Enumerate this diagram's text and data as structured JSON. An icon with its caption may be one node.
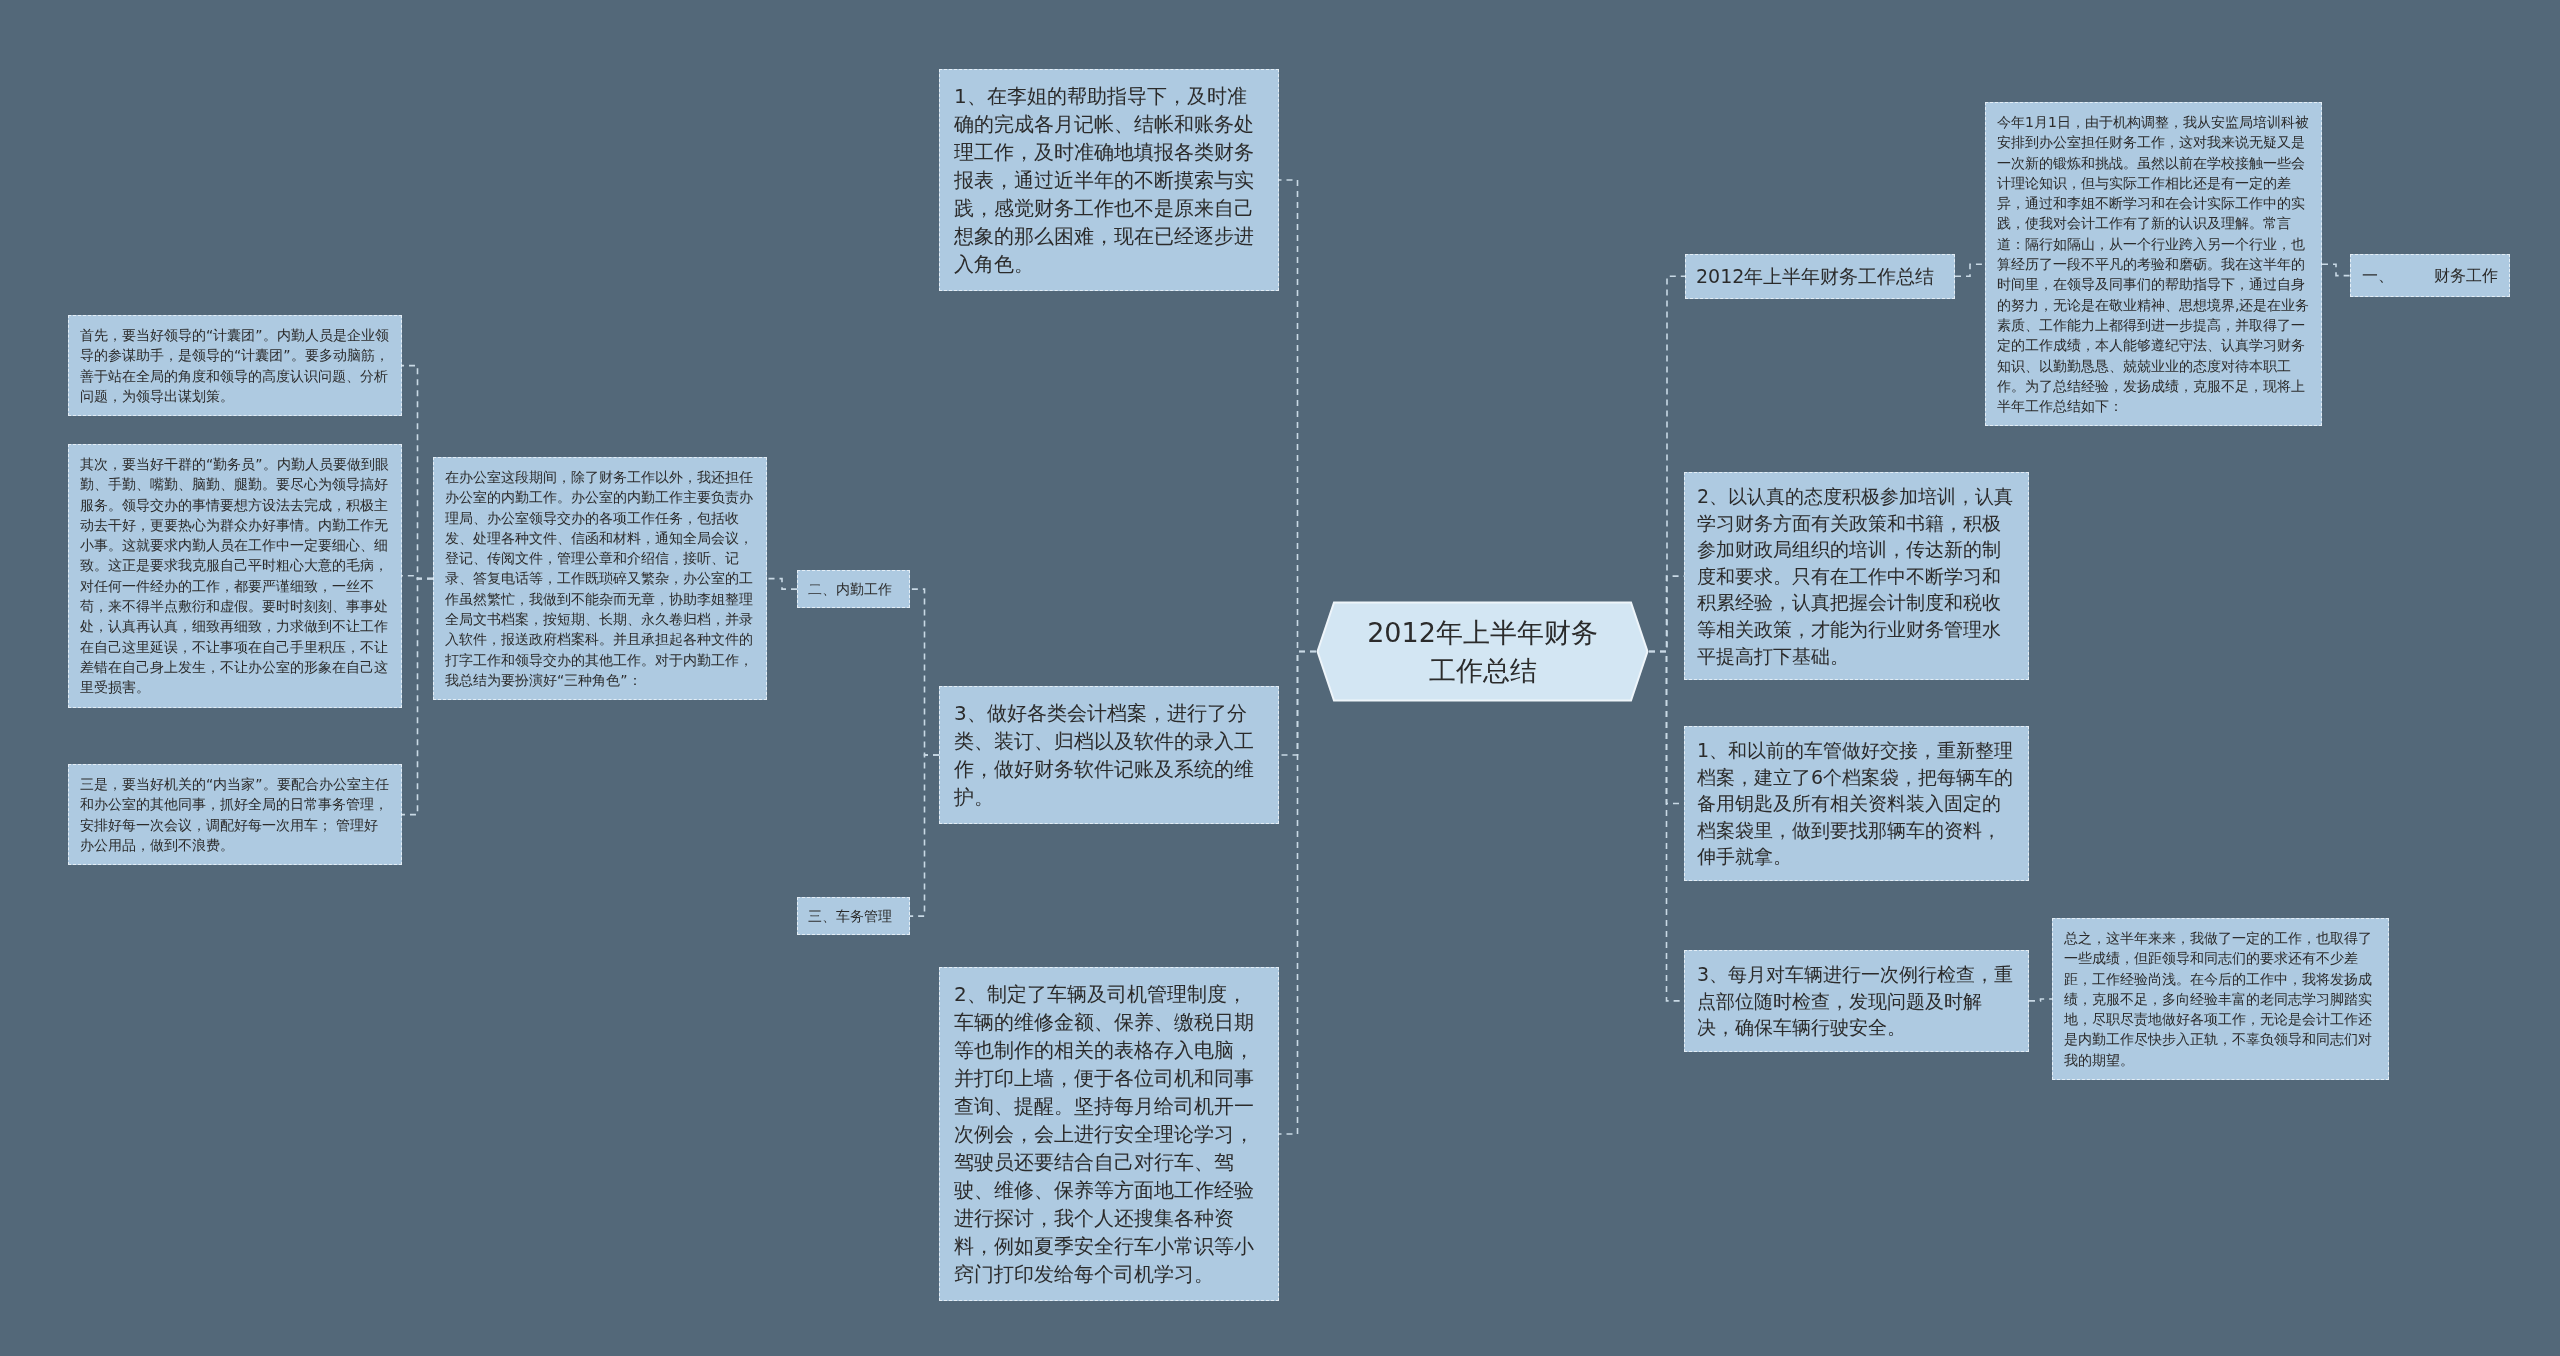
{
  "diagram": {
    "nodes": [
      {
        "text": [
          "2012年上半年财务工作总结"
        ]
      },
      {
        "text": [
          "2012年上半年财务工作总结"
        ]
      },
      {
        "text": [
          "今年1月1日，由于机构调整，我从安监局培训科被安排到办公室担任财务工作，这对我来说无疑又是一次新的锻炼和挑战。虽然以前在学校接触一些会计理论知识，但与实际工作相比还是有一定的差异，通过和李姐不断学习和在会计实际工作中的实践，使我对会计工作有了新的认识及理解。常言道：隔行如隔山，从一个行业跨入另一个行业，也算经历了一段不平凡的考验和磨砺。我在这半年的时间里，在领导及同事们的帮助指导下，通过自身的努力，无论是在敬业精神、思想境界,还是在业务素质、工作能力上都得到进一步提高，并取得了一定的工作成绩，本人能够遵纪守法、认真学习财务知识、以勤勤恳恳、兢兢业业的态度对待本职工作。为了总结经验，发扬成绩，克服不足，现将上半年工作总结如下："
        ]
      },
      {
        "text": [
          "一、 财务工作"
        ]
      },
      {
        "text": [
          "2、以认真的态度积极参加培训，认真学习财务方面有关政策和书籍，积极参加财政局组织的培训，传达新的制度和要求。只有在工作中不断学习和积累经验，认真把握会计制度和税收等相关政策，才能为行业财务管理水平提高打下基础。"
        ]
      },
      {
        "text": [
          "1、和以前的车管做好交接，重新整理档案，建立了6个档案袋，把每辆车的备用钥匙及所有相关资料装入固定的档案袋里，做到要找那辆车的资料，伸手就拿。"
        ]
      },
      {
        "text": [
          "3、每月对车辆进行一次例行检查，重点部位随时检查，发现问题及时解决，确保车辆行驶安全。"
        ]
      },
      {
        "text": [
          "总之，这半年来来，我做了一定的工作，也取得了一些成绩，但距领导和同志们的要求还有不少差距，工作经验尚浅。在今后的工作中，我将发扬成绩，克服不足，多向经验丰富的老同志学习脚踏实地，尽职尽责地做好各项工作，无论是会计工作还是内勤工作尽快步入正轨，不辜负领导和同志们对我的期望。"
        ]
      },
      {
        "text": [
          "1、在李姐的帮助指导下，及时准确的完成各月记帐、结帐和账务处理工作，及时准确地填报各类财务报表，通过近半年的不断摸索与实践，感觉财务工作也不是原来自己想象的那么困难，现在已经逐步进入角色。"
        ]
      },
      {
        "text": [
          "3、做好各类会计档案，进行了分类、装订、归档以及软件的录入工作，做好财务软件记账及系统的维护。"
        ]
      },
      {
        "text": [
          "2、制定了车辆及司机管理制度，车辆的维修金额、保养、缴税日期等也制作的相关的表格存入电脑，并打印上墙，便于各位司机和同事查询、提醒。坚持每月给司机开一次例会，会上进行安全理论学习，驾驶员还要结合自己对行车、驾驶、维修、保养等方面地工作经验进行探讨，我个人还搜集各种资料，例如夏季安全行车小常识等小窍门打印发给每个司机学习。"
        ]
      },
      {
        "text": [
          "二、内勤工作"
        ]
      },
      {
        "text": [
          "三、车务管理"
        ]
      },
      {
        "text": [
          "在办公室这段期间，除了财务工作以外，我还担任办公室的内勤工作。办公室的内勤工作主要负责办理局、办公室领导交办的各项工作任务，包括收发、处理各种文件、信函和材料，通知全局会议，登记、传阅文件，管理公章和介绍信，接听、记录、答复电话等，工作既琐碎又繁杂，办公室的工作虽然繁忙，我做到不能杂而无章，协助李姐整理全局文书档案，按短期、长期、永久卷归档，并录入软件，报送政府档案科。并且承担起各种文件的打字工作和领导交办的其他工作。对于内勤工作，我总结为要扮演好“三种角色”："
        ]
      },
      {
        "text": [
          "首先，要当好领导的“计囊团”。内勤人员是企业领导的参谋助手，是领导的“计囊团”。要多动脑筋，善于站在全局的角度和领导的高度认识问题、分析问题，为领导出谋划策。"
        ]
      },
      {
        "text": [
          "其次，要当好干群的“勤务员”。内勤人员要做到眼勤、手勤、嘴勤、脑勤、腿勤。要尽心为领导搞好服务。领导交办的事情要想方设法去完成，积极主动去干好，更要热心为群众办好事情。内勤工作无小事。这就要求内勤人员在工作中一定要细心、细致。这正是要求我克服自己平时粗心大意的毛病，对任何一件经办的工作，都要严谨细致，一丝不苟，来不得半点敷衍和虚假。要时时刻刻、事事处处，认真再认真，细致再细致，力求做到不让工作在自己这里延误，不让事项在自己手里积压，不让差错在自己身上发生，不让办公室的形象在自己这里受损害。"
        ]
      },
      {
        "text": [
          "三是，要当好机关的“内当家”。要配合办公室主任和办公室的其他同事，抓好全局的日常事务管理，安排好每一次会议，调配好每一次用车； 管理好办公用品，做到不浪费。"
        ]
      }
    ],
    "edges": [
      {
        "from": 0,
        "to": 1,
        "arrow": "none",
        "style": "dashed"
      },
      {
        "from": 1,
        "to": 2,
        "arrow": "none",
        "style": "dashed"
      },
      {
        "from": 2,
        "to": 3,
        "arrow": "none",
        "style": "dashed"
      },
      {
        "from": 0,
        "to": 4,
        "arrow": "none",
        "style": "dashed"
      },
      {
        "from": 0,
        "to": 5,
        "arrow": "none",
        "style": "dashed"
      },
      {
        "from": 0,
        "to": 6,
        "arrow": "none",
        "style": "dashed"
      },
      {
        "from": 6,
        "to": 7,
        "arrow": "none",
        "style": "dashed"
      },
      {
        "from": 0,
        "to": 8,
        "arrow": "none",
        "style": "dashed"
      },
      {
        "from": 0,
        "to": 9,
        "arrow": "none",
        "style": "dashed"
      },
      {
        "from": 0,
        "to": 10,
        "arrow": "none",
        "style": "dashed"
      },
      {
        "from": 9,
        "to": 11,
        "arrow": "none",
        "style": "dashed"
      },
      {
        "from": 9,
        "to": 12,
        "arrow": "none",
        "style": "dashed"
      },
      {
        "from": 11,
        "to": 13,
        "arrow": "none",
        "style": "dashed"
      },
      {
        "from": 13,
        "to": 14,
        "arrow": "none",
        "style": "dashed"
      },
      {
        "from": 13,
        "to": 15,
        "arrow": "none",
        "style": "dashed"
      },
      {
        "from": 13,
        "to": 16,
        "arrow": "none",
        "style": "dashed"
      }
    ]
  }
}
